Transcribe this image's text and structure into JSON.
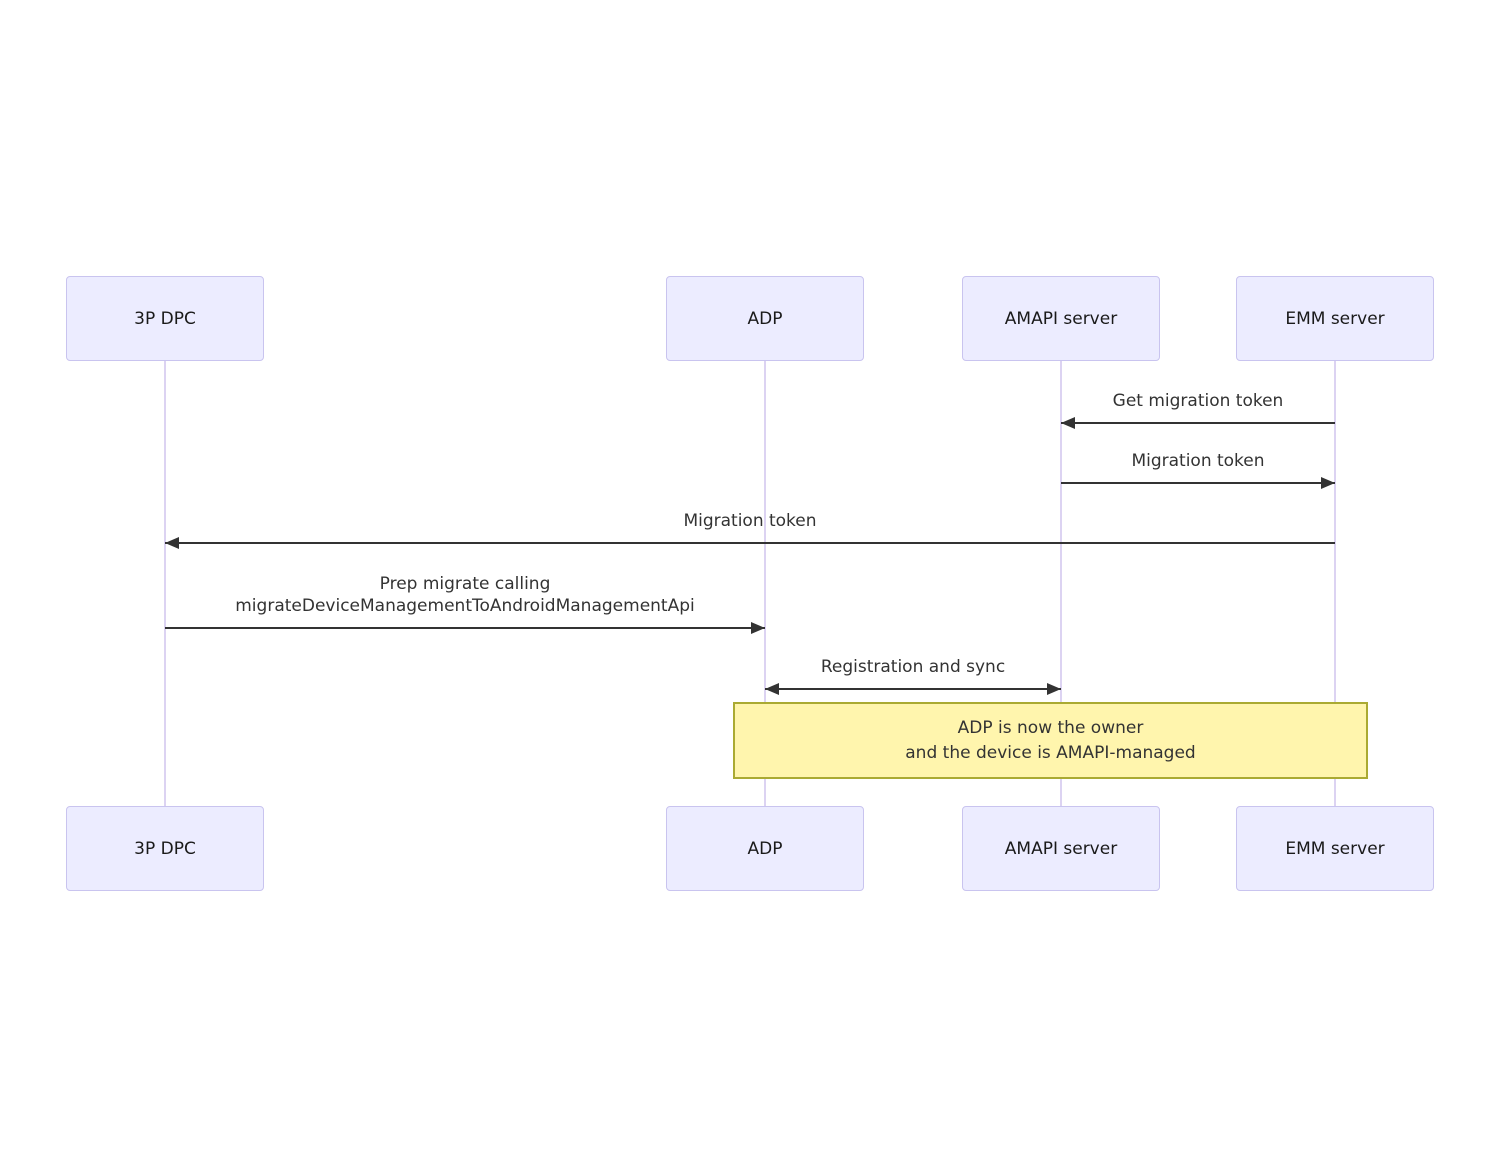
{
  "diagram_type": "sequence",
  "actors": [
    {
      "label": "3P DPC"
    },
    {
      "label": "ADP"
    },
    {
      "label": "AMAPI server"
    },
    {
      "label": "EMM server"
    }
  ],
  "messages": [
    {
      "label": "Get migration token",
      "from": "EMM server",
      "to": "AMAPI server",
      "arrow": "left"
    },
    {
      "label": "Migration token",
      "from": "AMAPI server",
      "to": "EMM server",
      "arrow": "right"
    },
    {
      "label": "Migration token",
      "from": "EMM server",
      "to": "3P DPC",
      "arrow": "left"
    },
    {
      "label": "Prep migrate calling\nmigrateDeviceManagementToAndroidManagementApi",
      "from": "3P DPC",
      "to": "ADP",
      "arrow": "right"
    },
    {
      "label": "Registration and sync",
      "from": "ADP",
      "to": "AMAPI server",
      "arrow": "both"
    }
  ],
  "note": {
    "text": "ADP is now the owner\nand the device is AMAPI-managed"
  },
  "colors": {
    "actor_fill": "#ECECFF",
    "actor_border": "#c9c4ef",
    "lifeline": "#dcd3f2",
    "arrow": "#333333",
    "message_text": "#333333",
    "note_fill": "#fff5ad",
    "note_border": "#aaaa33",
    "background": "#ffffff"
  }
}
